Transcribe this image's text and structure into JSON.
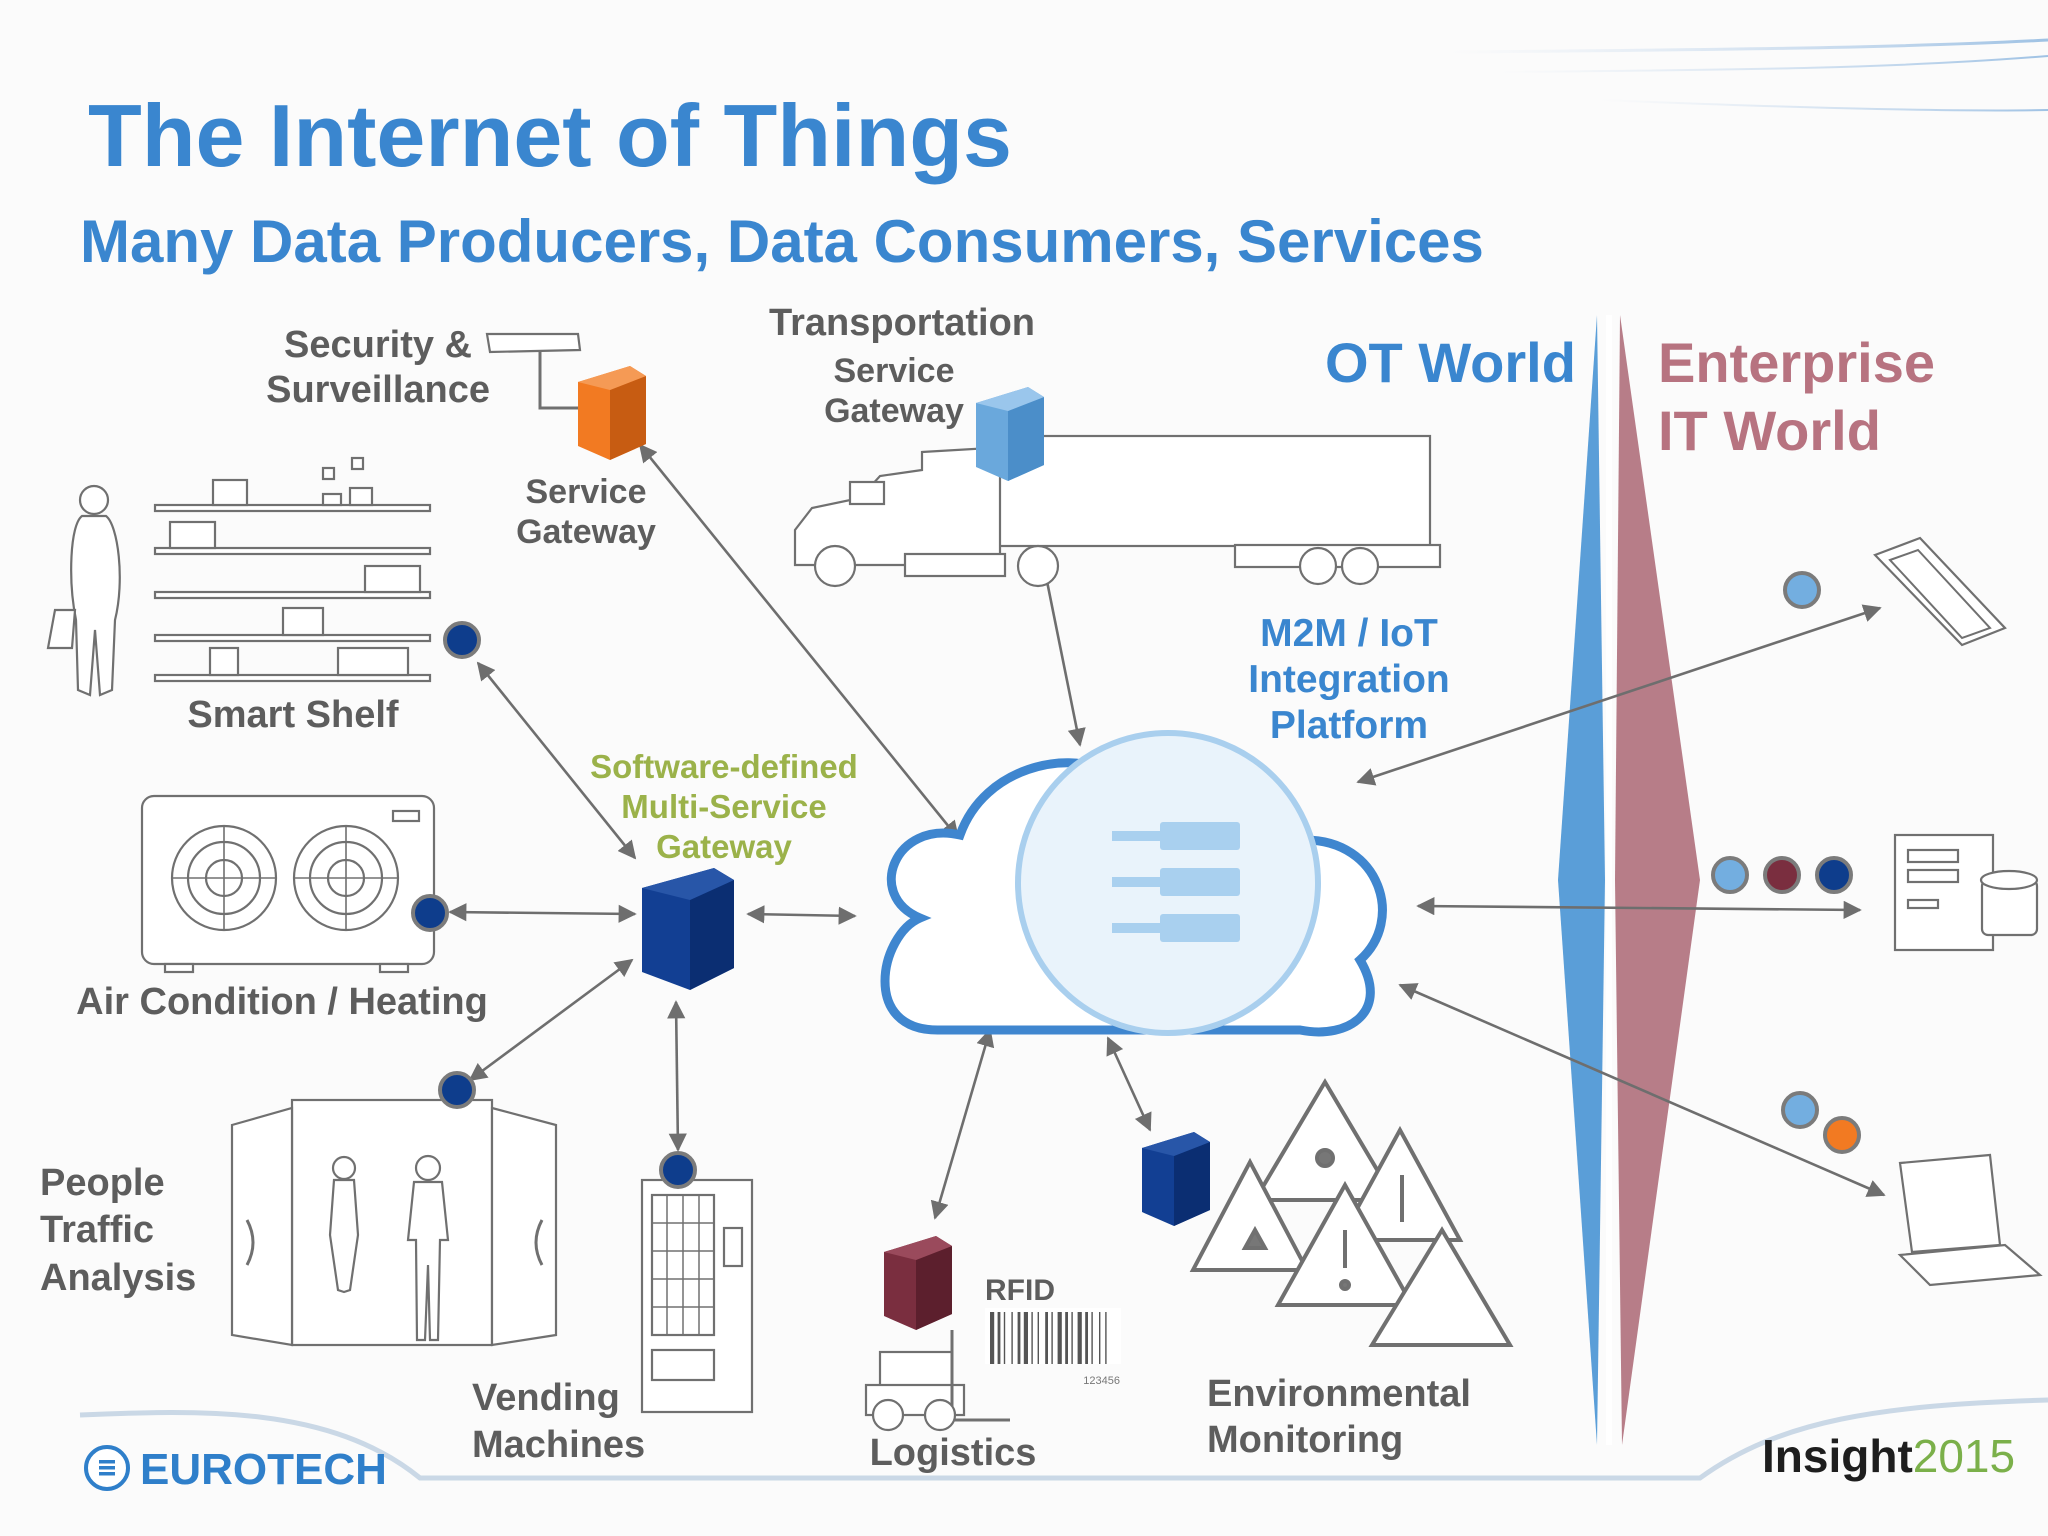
{
  "title": "The Internet of Things",
  "subtitle": "Many Data Producers, Data Consumers, Services",
  "zones": {
    "ot": "OT World",
    "it_line1": "Enterprise",
    "it_line2": "IT World"
  },
  "platform": {
    "line1": "M2M / IoT",
    "line2": "Integration",
    "line3": "Platform"
  },
  "gateway": {
    "line1": "Software-defined",
    "line2": "Multi-Service",
    "line3": "Gateway"
  },
  "security": {
    "line1": "Security &",
    "line2": "Surveillance",
    "gw1": "Service",
    "gw2": "Gateway"
  },
  "transport": {
    "line1": "Transportation",
    "gw1": "Service",
    "gw2": "Gateway"
  },
  "labels": {
    "smart_shelf": "Smart Shelf",
    "air": "Air Condition / Heating",
    "people1": "People",
    "people2": "Traffic",
    "people3": "Analysis",
    "vending1": "Vending",
    "vending2": "Machines",
    "logistics": "Logistics",
    "rfid": "RFID",
    "barcode": "123456",
    "env1": "Environmental",
    "env2": "Monitoring"
  },
  "footer": {
    "brand": "EUROTECH",
    "insight": "Insight",
    "year": "2015"
  },
  "colors": {
    "title": "#3a86cf",
    "rose": "#b77380",
    "green": "#9bb24a",
    "navy": "#0e3d8c",
    "orange": "#f27a22",
    "lightblue": "#73aee0",
    "maroon": "#7a2e3f",
    "gray": "#5d5d5d"
  },
  "icons": [
    "cloud-icon",
    "server-icon",
    "truck-icon",
    "camera-icon",
    "shelf-icon",
    "hvac-icon",
    "door-icon",
    "vending-icon",
    "forklift-icon",
    "barcode-icon",
    "warning-icon",
    "tablet-icon",
    "database-icon",
    "laptop-icon"
  ]
}
